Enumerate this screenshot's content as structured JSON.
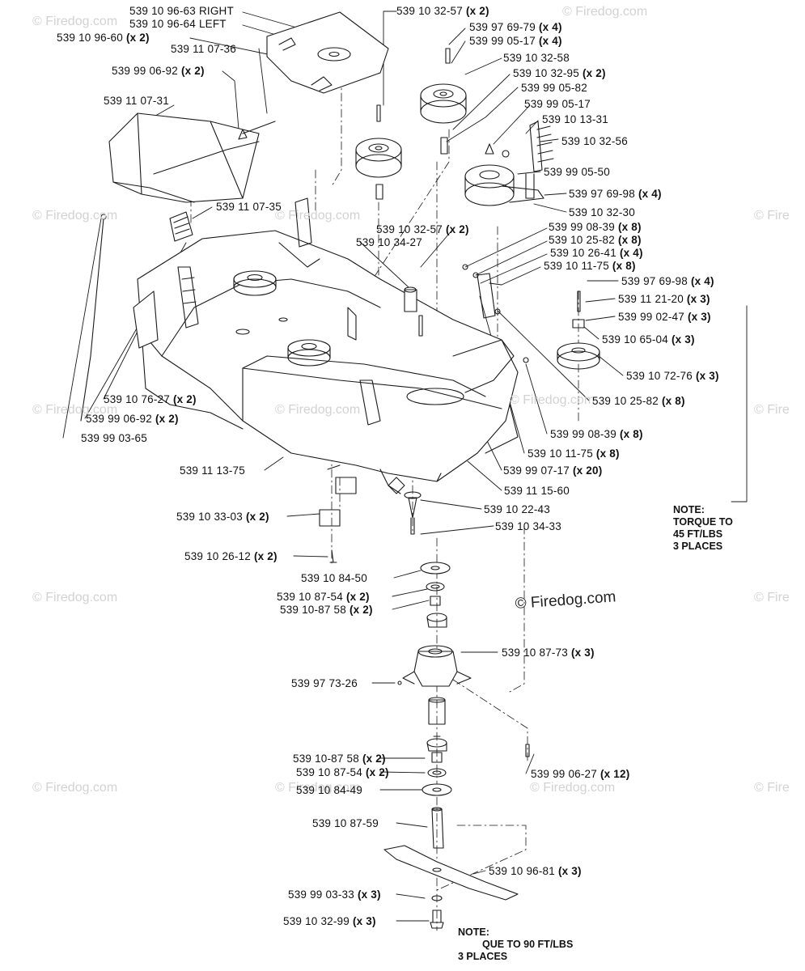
{
  "watermark": {
    "text": "© Firedog.com",
    "edge_text": "© Fire",
    "main_text": "© Firedog.com"
  },
  "labels": [
    {
      "id": "p1",
      "part": "539 10 96-63",
      "qty": "RIGHT"
    },
    {
      "id": "p2",
      "part": "539 10 96-64",
      "qty": "LEFT"
    },
    {
      "id": "p3",
      "part": "539 10 96-60",
      "qty": "(x 2)"
    },
    {
      "id": "p4",
      "part": "539 11 07-36",
      "qty": ""
    },
    {
      "id": "p5",
      "part": "539 99 06-92",
      "qty": "(x 2)"
    },
    {
      "id": "p6",
      "part": "539 11 07-31",
      "qty": ""
    },
    {
      "id": "p7",
      "part": "539 11 07-35",
      "qty": ""
    },
    {
      "id": "p8",
      "part": "539 10 32-57",
      "qty": "(x 2)"
    },
    {
      "id": "p9",
      "part": "539 97 69-79",
      "qty": "(x 4)"
    },
    {
      "id": "p10",
      "part": "539 99 05-17",
      "qty": "(x 4)"
    },
    {
      "id": "p11",
      "part": "539 10 32-58",
      "qty": ""
    },
    {
      "id": "p12",
      "part": "539 10 32-95",
      "qty": "(x 2)"
    },
    {
      "id": "p13",
      "part": "539 99 05-82",
      "qty": ""
    },
    {
      "id": "p14",
      "part": "539 99 05-17",
      "qty": ""
    },
    {
      "id": "p15",
      "part": "539 10 13-31",
      "qty": ""
    },
    {
      "id": "p16",
      "part": "539 10 32-56",
      "qty": ""
    },
    {
      "id": "p17",
      "part": "539 99 05-50",
      "qty": ""
    },
    {
      "id": "p18",
      "part": "539 97 69-98",
      "qty": "(x 4)"
    },
    {
      "id": "p19",
      "part": "539 10 32-30",
      "qty": ""
    },
    {
      "id": "p20",
      "part": "539 10 32-57",
      "qty": "(x 2)"
    },
    {
      "id": "p21",
      "part": "539 99 08-39",
      "qty": "(x 8)"
    },
    {
      "id": "p22",
      "part": "539 10 25-82",
      "qty": "(x 8)"
    },
    {
      "id": "p23",
      "part": "539 10 34-27",
      "qty": ""
    },
    {
      "id": "p24",
      "part": "539 10 26-41",
      "qty": "(x 4)"
    },
    {
      "id": "p25",
      "part": "539 10 11-75",
      "qty": "(x 8)"
    },
    {
      "id": "p26",
      "part": "539 97 69-98",
      "qty": "(x 4)"
    },
    {
      "id": "p27",
      "part": "539 11 21-20",
      "qty": "(x 3)"
    },
    {
      "id": "p28",
      "part": "539 99 02-47",
      "qty": "(x 3)"
    },
    {
      "id": "p29",
      "part": "539 10 65-04",
      "qty": "(x 3)"
    },
    {
      "id": "p30",
      "part": "539 10 72-76",
      "qty": "(x 3)"
    },
    {
      "id": "p31",
      "part": "539 10 25-82",
      "qty": "(x 8)"
    },
    {
      "id": "p32",
      "part": "539 10 76-27",
      "qty": "(x 2)"
    },
    {
      "id": "p33",
      "part": "539 99 06-92",
      "qty": "(x 2)"
    },
    {
      "id": "p34",
      "part": "539 99 03-65",
      "qty": ""
    },
    {
      "id": "p35",
      "part": "539 99 08-39",
      "qty": "(x 8)"
    },
    {
      "id": "p36",
      "part": "539 10 11-75",
      "qty": "(x 8)"
    },
    {
      "id": "p37",
      "part": "539 11 13-75",
      "qty": ""
    },
    {
      "id": "p38",
      "part": "539 99 07-17",
      "qty": "(x 20)"
    },
    {
      "id": "p39",
      "part": "539 11 15-60",
      "qty": ""
    },
    {
      "id": "p40",
      "part": "539 10 22-43",
      "qty": ""
    },
    {
      "id": "p41",
      "part": "539 10 33-03",
      "qty": "(x 2)"
    },
    {
      "id": "p42",
      "part": "539 10 34-33",
      "qty": ""
    },
    {
      "id": "p43",
      "part": "539 10 26-12",
      "qty": "(x 2)"
    },
    {
      "id": "p44",
      "part": "539 10 84-50",
      "qty": ""
    },
    {
      "id": "p45",
      "part": "539 10 87-54",
      "qty": "(x 2)"
    },
    {
      "id": "p46",
      "part": "539 10-87 58",
      "qty": "(x 2)"
    },
    {
      "id": "p47",
      "part": "539 10 87-73",
      "qty": "(x 3)"
    },
    {
      "id": "p48",
      "part": "539 97 73-26",
      "qty": ""
    },
    {
      "id": "p49",
      "part": "539 10-87 58",
      "qty": "(x 2)"
    },
    {
      "id": "p50",
      "part": "539 10 87-54",
      "qty": "(x 2)"
    },
    {
      "id": "p51",
      "part": "539 10 84-49",
      "qty": ""
    },
    {
      "id": "p52",
      "part": "539 99 06-27",
      "qty": "(x 12)"
    },
    {
      "id": "p53",
      "part": "539 10 87-59",
      "qty": ""
    },
    {
      "id": "p54",
      "part": "539 10 96-81",
      "qty": "(x 3)"
    },
    {
      "id": "p55",
      "part": "539 99 03-33",
      "qty": "(x 3)"
    },
    {
      "id": "p56",
      "part": "539 10 32-99",
      "qty": "(x 3)"
    }
  ],
  "notes": [
    {
      "id": "n1",
      "lines": [
        "NOTE:",
        "TORQUE TO",
        "45 FT/LBS",
        "3 PLACES"
      ]
    },
    {
      "id": "n2",
      "lines": [
        "NOTE:",
        "QUE TO 90 FT/LBS",
        "3 PLACES"
      ]
    }
  ]
}
